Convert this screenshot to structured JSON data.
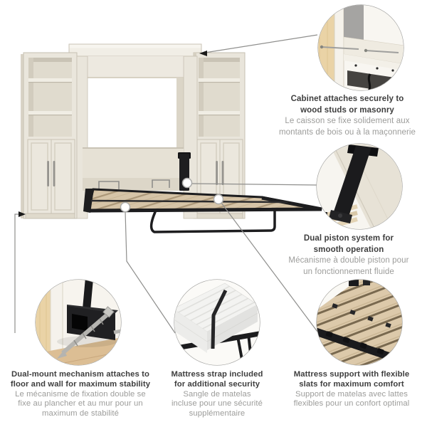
{
  "callouts": {
    "cabinet_mount": {
      "en": [
        "Cabinet attaches securely to",
        "wood studs or masonry"
      ],
      "fr": [
        "Le caisson se fixe solidement aux",
        "montants de bois ou à la maçonnerie"
      ]
    },
    "piston": {
      "en": [
        "Dual piston system for",
        "smooth operation"
      ],
      "fr": [
        "Mécanisme à double piston pour",
        "un fonctionnement fluide"
      ]
    },
    "dual_mount": {
      "en": [
        "Dual-mount mechanism attaches to",
        "floor and wall for maximum stability"
      ],
      "fr": [
        "Le mécanisme de fixation double se",
        "fixe au plancher et au mur pour un",
        "maximum de stabilité"
      ]
    },
    "strap": {
      "en": [
        "Mattress strap included",
        "for additional security"
      ],
      "fr": [
        "Sangle de matelas",
        "incluse pour une sécurité",
        "supplémentaire"
      ]
    },
    "slats": {
      "en": [
        "Mattress support with flexible",
        "slats for maximum comfort"
      ],
      "fr": [
        "Support de matelas avec lattes",
        "flexibles pour un confort optimal"
      ]
    }
  },
  "colors": {
    "headline_text": "#3e3e3e",
    "secondary_text": "#9c9c9a",
    "cabinet_cream": "#eae6dc",
    "slat_wood": "#d6c4a7",
    "frame_black": "#1d1d1f",
    "connector_line": "#8f8f8d"
  }
}
